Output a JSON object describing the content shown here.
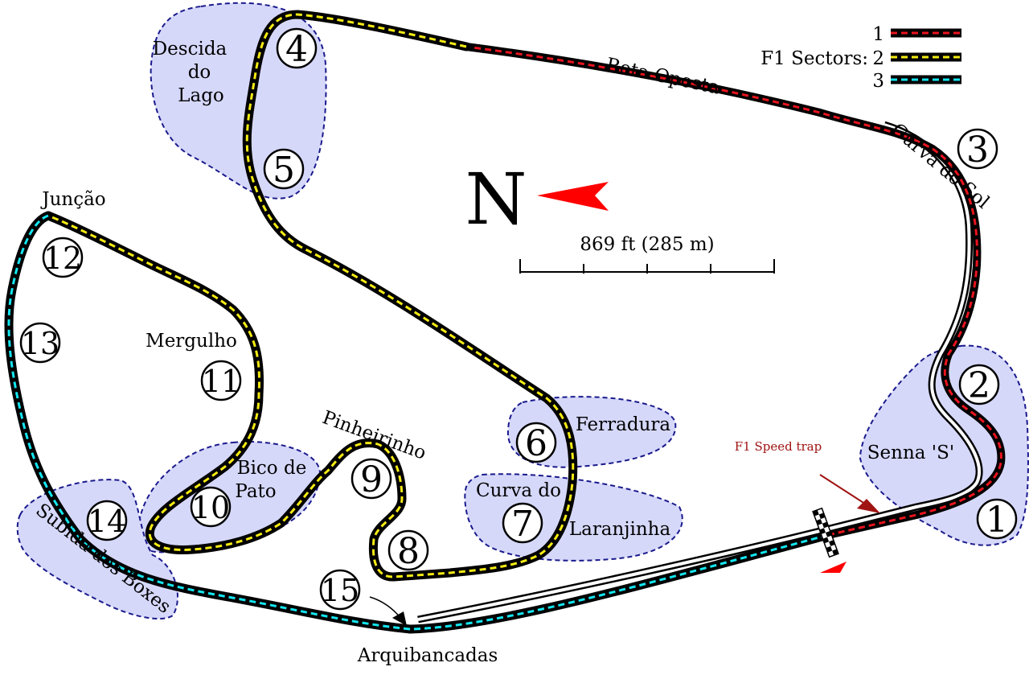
{
  "legend": {
    "title": "F1 Sectors:",
    "sectors": [
      {
        "label": "1",
        "color": "#e8141e"
      },
      {
        "label": "2",
        "color": "#f5eb14"
      },
      {
        "label": "3",
        "color": "#14e6f0"
      }
    ]
  },
  "compass": {
    "label": "N",
    "arrow_color": "#ff0000"
  },
  "scale": {
    "label": "869 ft (285 m)"
  },
  "speed_trap": {
    "label": "F1 Speed trap",
    "color": "#a01414"
  },
  "corners": {
    "c1": "1",
    "c2": "2",
    "c3": "3",
    "c4": "4",
    "c5": "5",
    "c6": "6",
    "c7": "7",
    "c8": "8",
    "c9": "9",
    "c10": "10",
    "c11": "11",
    "c12": "12",
    "c13": "13",
    "c14": "14",
    "c15": "15"
  },
  "names": {
    "reta_oposta": "Reta Oposta",
    "curva_do_sol": "Curva do Sol",
    "descida_1": "Descida",
    "descida_2": "do",
    "descida_3": "Lago",
    "juncao": "Junção",
    "mergulho": "Mergulho",
    "ferradura": "Ferradura",
    "curva_do": "Curva do",
    "laranjinha": "Laranjinha",
    "pinheirinho": "Pinheirinho",
    "bico_1": "Bico de",
    "bico_2": "Pato",
    "senna_s": "Senna 'S'",
    "subida_dos_boxes": "Subida dos Boxes",
    "arquibancadas": "Arquibancadas"
  }
}
